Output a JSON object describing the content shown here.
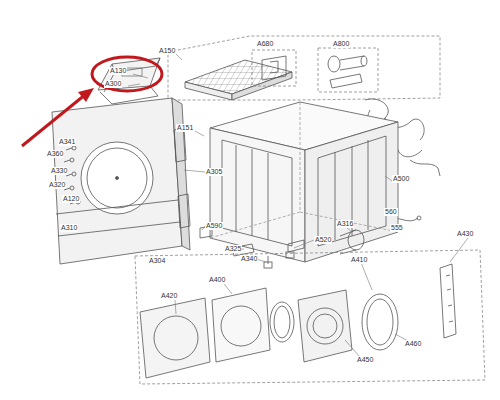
{
  "diagram": {
    "labels": [
      "A150",
      "A130",
      "A300",
      "A680",
      "A800",
      "A151",
      "A341",
      "A360",
      "A330",
      "A320",
      "A120",
      "A310",
      "A305",
      "A304",
      "A500",
      "560",
      "555",
      "A590",
      "A325",
      "A340",
      "A520",
      "A316",
      "A430",
      "A410",
      "A420",
      "A400",
      "A450",
      "A460"
    ]
  }
}
